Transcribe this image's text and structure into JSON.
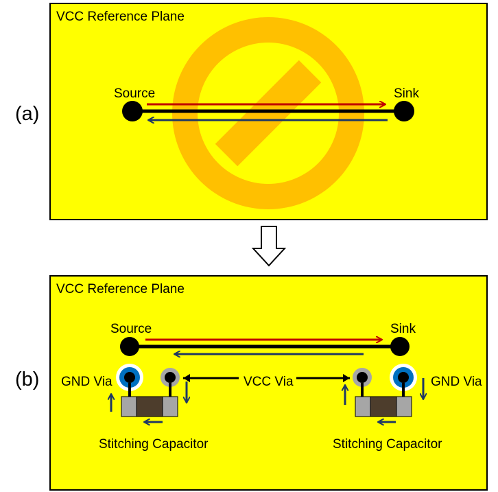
{
  "colors": {
    "plane": "#ffff00",
    "plane_border": "#000000",
    "prohibit": "#ffc000",
    "trace": "#000000",
    "forward_current": "#c00000",
    "return_current": "#1f3864",
    "gnd_via": "#0070c0",
    "vcc_via": "#a6a6a6",
    "cap_body": "#4d3d2c",
    "cap_terminal": "#a6a6a6"
  },
  "panel_a": {
    "tag": "(a)",
    "plane_label": "VCC Reference Plane",
    "source_label": "Source",
    "sink_label": "Sink",
    "prohibited_icon": "prohibited-sign-icon"
  },
  "arrow_down_icon": "down-arrow-icon",
  "panel_b": {
    "tag": "(b)",
    "plane_label": "VCC Reference Plane",
    "source_label": "Source",
    "sink_label": "Sink",
    "gnd_via_left_label": "GND Via",
    "gnd_via_right_label": "GND Via",
    "vcc_via_label": "VCC Via",
    "cap_left_label": "Stitching Capacitor",
    "cap_right_label": "Stitching Capacitor"
  }
}
